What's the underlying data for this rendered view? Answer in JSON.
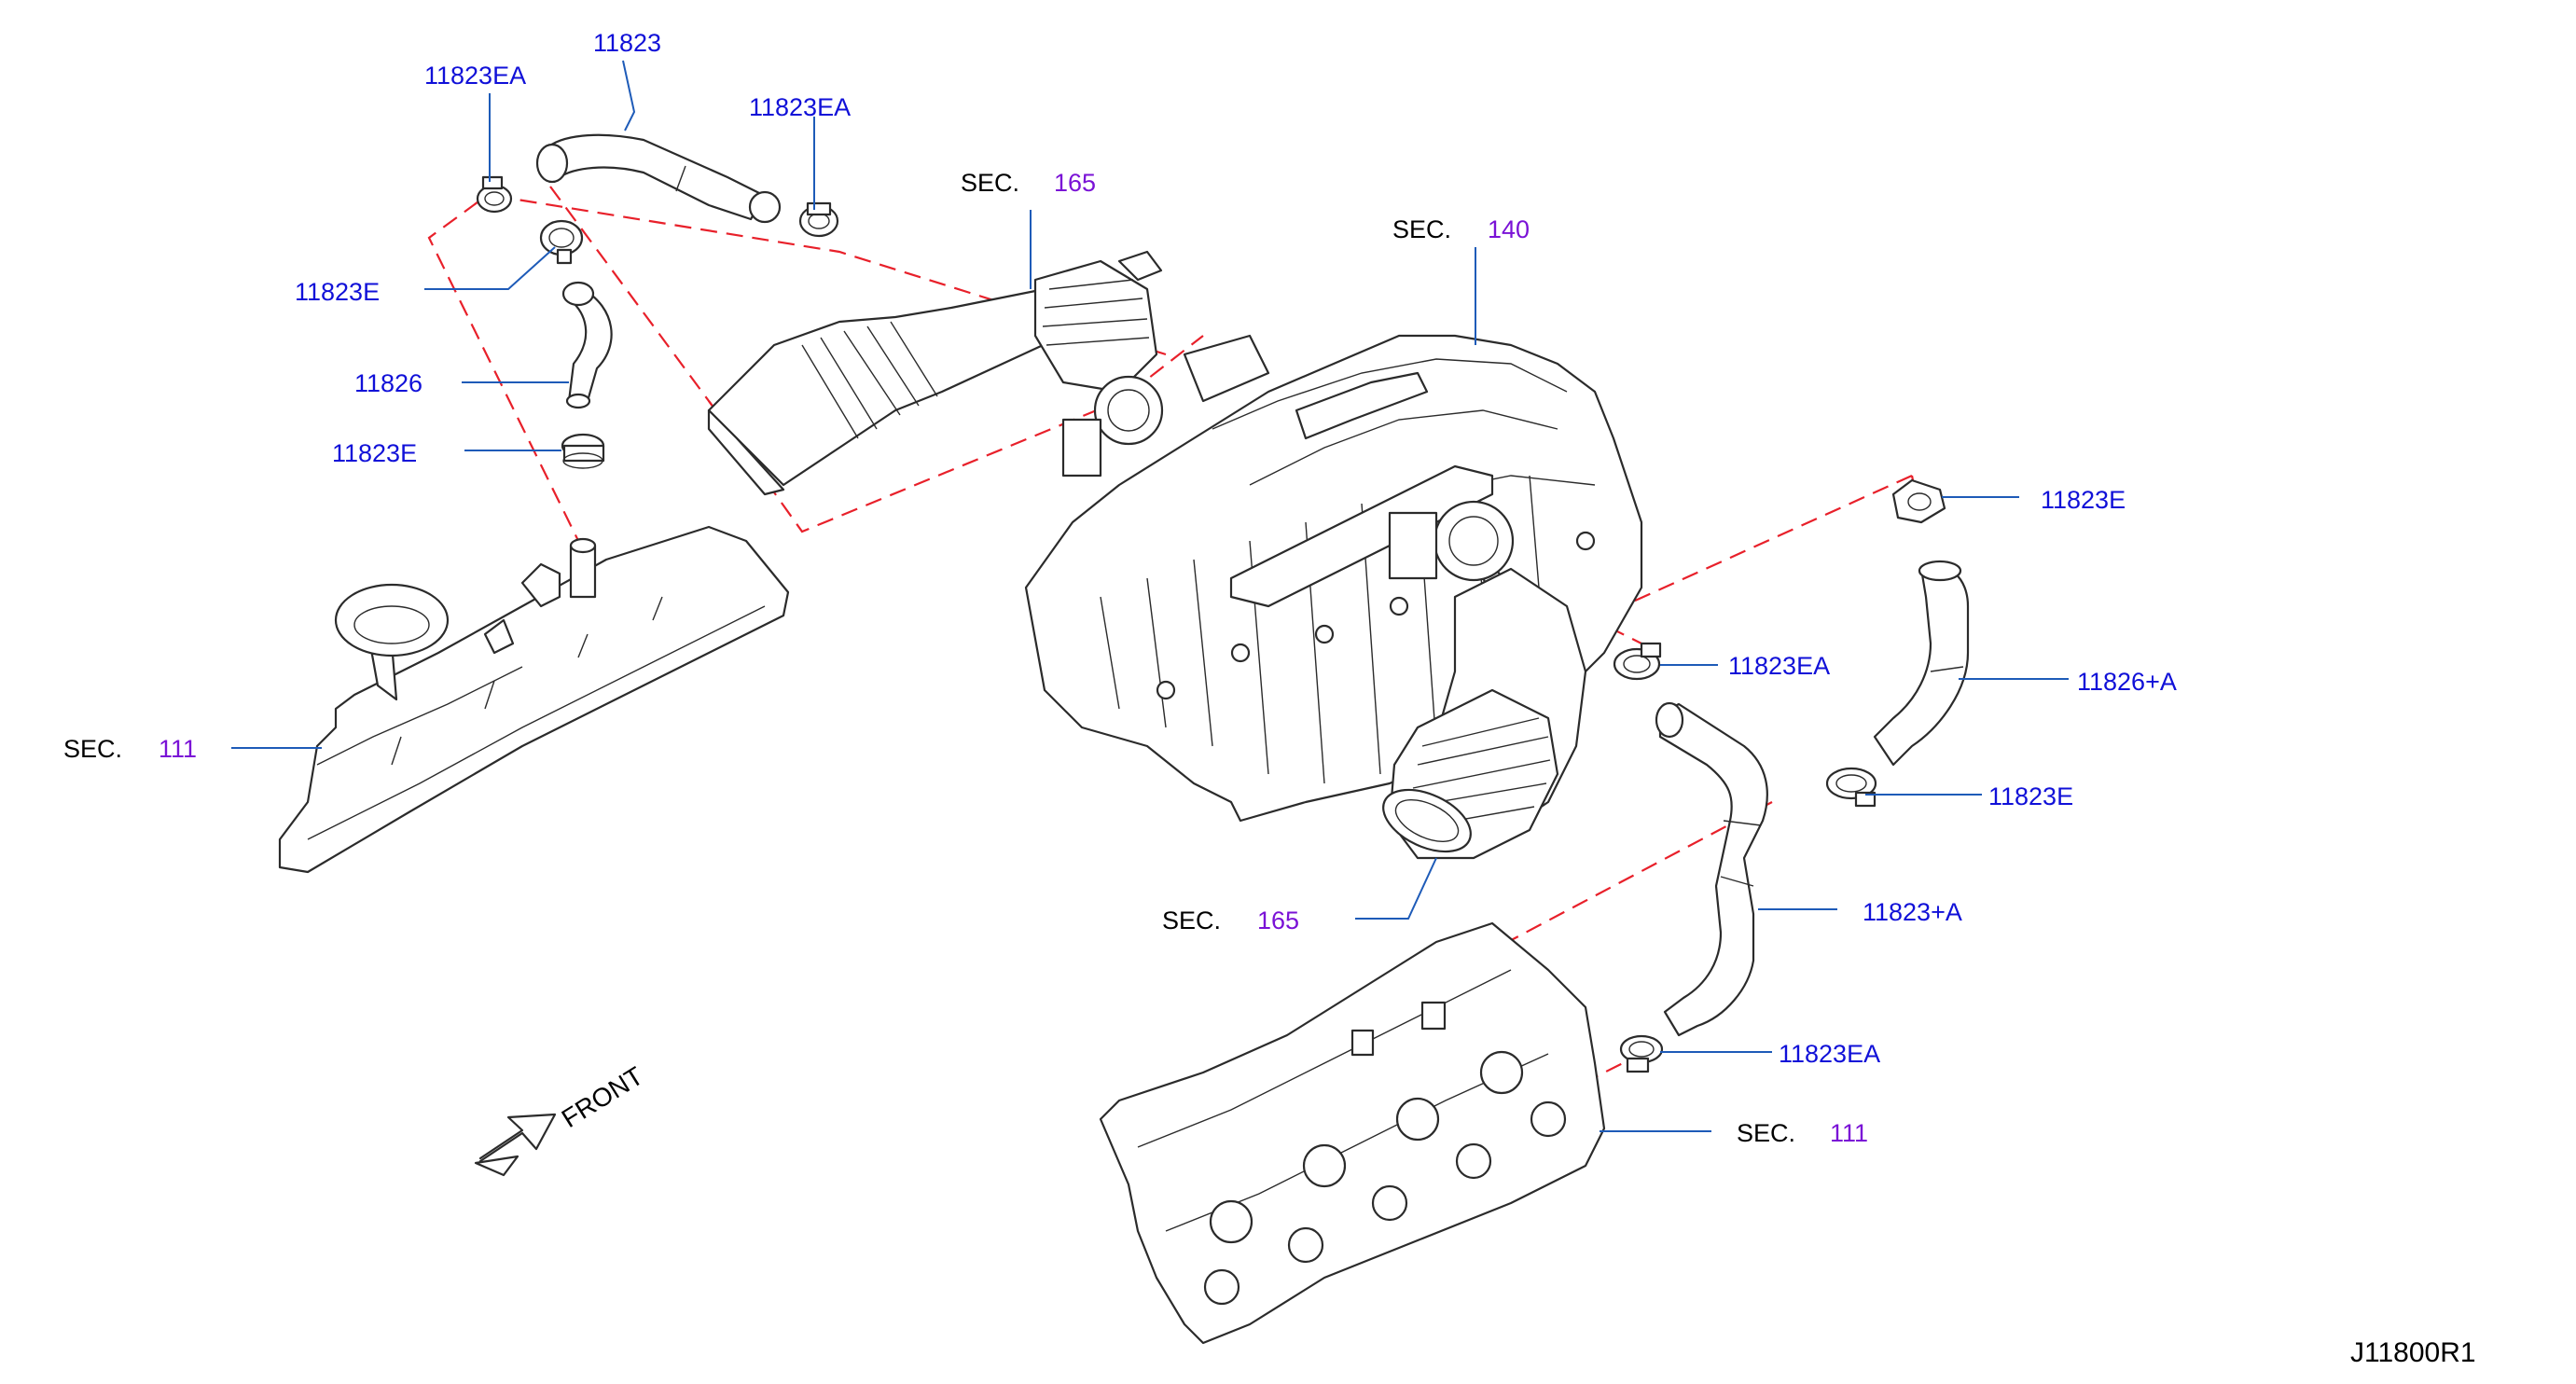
{
  "part_labels": {
    "hose_upper": "11823",
    "clamp_ea_upper_left": "11823EA",
    "clamp_ea_upper_right": "11823EA",
    "clamp_e_upper": "11823E",
    "hose_small_left": "11826",
    "clamp_e_lower": "11823E",
    "clamp_e_right_top": "11823E",
    "hose_right": "11826+A",
    "clamp_ea_mid_right": "11823EA",
    "clamp_e_right_mid": "11823E",
    "hose_long_right": "11823+A",
    "clamp_ea_lower_right": "11823EA"
  },
  "section_refs": {
    "intake_duct_top": {
      "prefix": "SEC.",
      "number": "165"
    },
    "manifold": {
      "prefix": "SEC.",
      "number": "140"
    },
    "cover_left": {
      "prefix": "SEC.",
      "number": "111"
    },
    "intake_duct_bottom": {
      "prefix": "SEC.",
      "number": "165"
    },
    "cover_right": {
      "prefix": "SEC.",
      "number": "111"
    }
  },
  "front_label": "FRONT",
  "diagram_code": "J11800R1",
  "colors": {
    "part_number": "#1010d8",
    "section_number": "#7a12d6",
    "leader": "#1e5bb8",
    "dashed_guide": "#e8202a",
    "outline": "#2b2b2b"
  }
}
